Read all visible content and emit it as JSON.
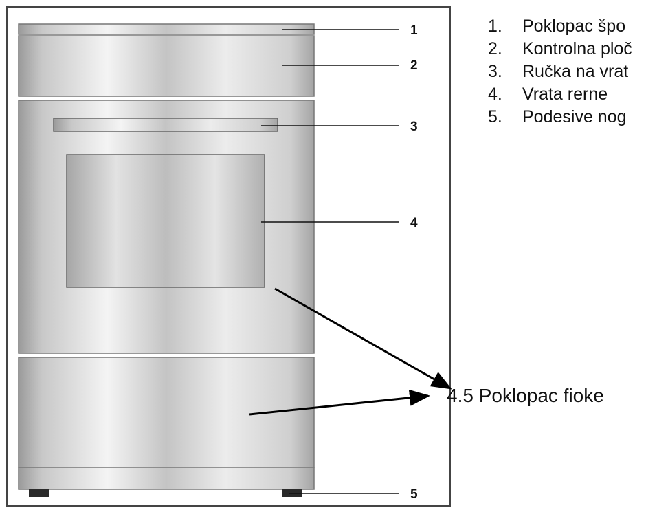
{
  "callouts": [
    "1",
    "2",
    "3",
    "4",
    "5"
  ],
  "legend": [
    {
      "number": "1.",
      "text": "Poklopac špo"
    },
    {
      "number": "2.",
      "text": "Kontrolna ploč"
    },
    {
      "number": "3.",
      "text": "Ručka na vrat"
    },
    {
      "number": "4.",
      "text": "Vrata rerne"
    },
    {
      "number": "5.",
      "text": "Podesive nog"
    }
  ],
  "extra_label": "4.5 Poklopac fioke"
}
